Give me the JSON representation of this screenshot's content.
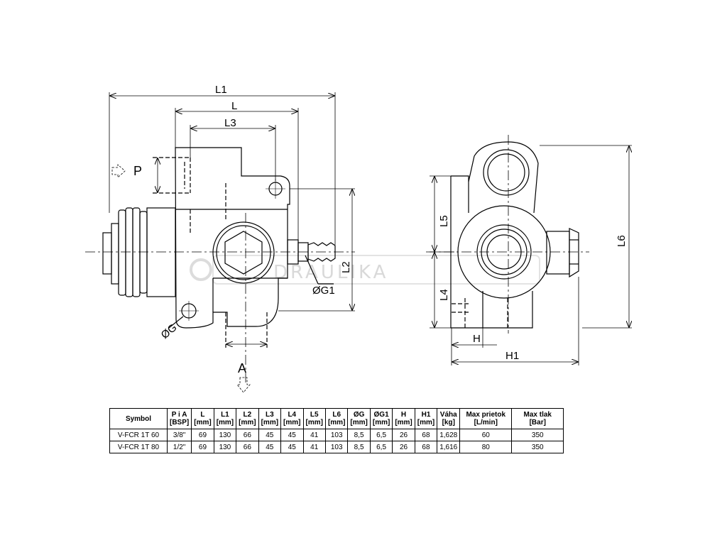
{
  "labels": {
    "L1": "L1",
    "L": "L",
    "L3": "L3",
    "P": "P",
    "L2": "L2",
    "G1": "ØG1",
    "G": "ØG",
    "A": "A",
    "L5": "L5",
    "L4": "L4",
    "L6": "L6",
    "H": "H",
    "H1": "H1"
  },
  "watermark": "DRAULIKA",
  "table": {
    "headers": [
      {
        "l1": "Symbol",
        "l2": ""
      },
      {
        "l1": "P i A",
        "l2": "[BSP]"
      },
      {
        "l1": "L",
        "l2": "[mm]"
      },
      {
        "l1": "L1",
        "l2": "[mm]"
      },
      {
        "l1": "L2",
        "l2": "[mm]"
      },
      {
        "l1": "L3",
        "l2": "[mm]"
      },
      {
        "l1": "L4",
        "l2": "[mm]"
      },
      {
        "l1": "L5",
        "l2": "[mm]"
      },
      {
        "l1": "L6",
        "l2": "[mm]"
      },
      {
        "l1": "ØG",
        "l2": "[mm]"
      },
      {
        "l1": "ØG1",
        "l2": "[mm]"
      },
      {
        "l1": "H",
        "l2": "[mm]"
      },
      {
        "l1": "H1",
        "l2": "[mm]"
      },
      {
        "l1": "Váha",
        "l2": "[kg]"
      },
      {
        "l1": "Max prietok",
        "l2": "[L/min]"
      },
      {
        "l1": "Max tlak",
        "l2": "[Bar]"
      }
    ],
    "rows": [
      [
        "V-FCR 1T 60",
        "3/8\"",
        "69",
        "130",
        "66",
        "45",
        "45",
        "41",
        "103",
        "8,5",
        "6,5",
        "26",
        "68",
        "1,628",
        "60",
        "350"
      ],
      [
        "V-FCR 1T 80",
        "1/2\"",
        "69",
        "130",
        "66",
        "45",
        "45",
        "41",
        "103",
        "8,5",
        "6,5",
        "26",
        "68",
        "1,616",
        "80",
        "350"
      ]
    ]
  }
}
